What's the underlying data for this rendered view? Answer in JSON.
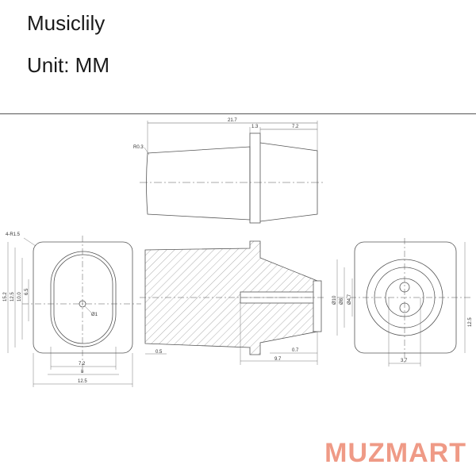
{
  "header": {
    "brand": "Musiclily",
    "unit": "Unit: MM"
  },
  "watermark": "MUZMART",
  "colors": {
    "line": "#555555",
    "watermark": "#ef9a86"
  },
  "dimensions": {
    "top": {
      "length": "21.7",
      "flange": "1.3",
      "taper": "7.2",
      "radius": "R0.3"
    },
    "left": {
      "corners": "4-R1.5",
      "h1": "15.2",
      "h2": "12.5",
      "h3": "10.0",
      "h4": "6.5",
      "hole": "Ø1",
      "w1": "7.2",
      "w2": "8",
      "w3": "12.5"
    },
    "middle": {
      "a": "0.5",
      "b": "0.7",
      "c": "9.7"
    },
    "right": {
      "d1": "Ø10",
      "d2": "Ø8",
      "d3": "Ø4.7",
      "h": "12.5",
      "w": "3.7"
    }
  }
}
